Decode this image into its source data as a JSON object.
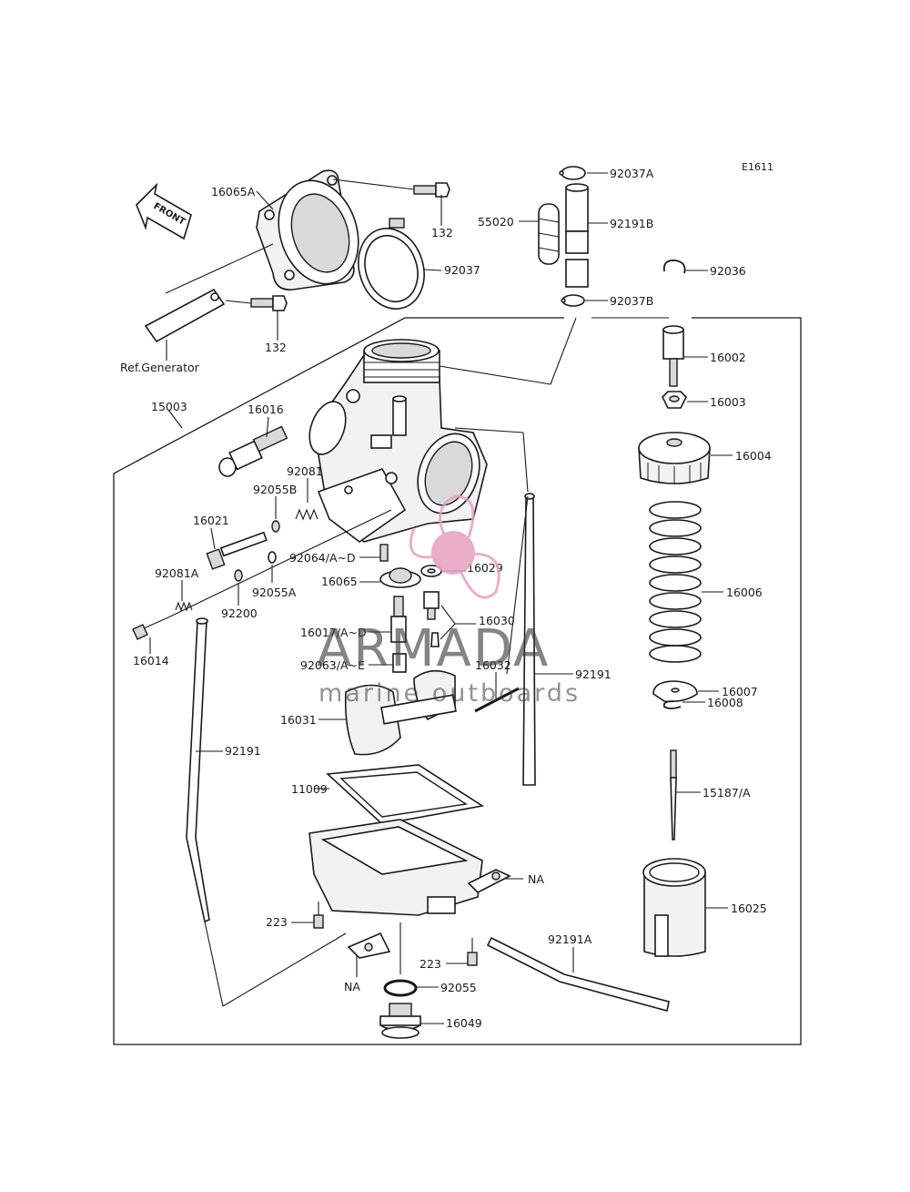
{
  "diagram_code": "E1611",
  "front_label": "FRONT",
  "labels": {
    "p16065A": "16065A",
    "p132a": "132",
    "p132b": "132",
    "p92037": "92037",
    "refGenerator": "Ref.Generator",
    "p15003": "15003",
    "p16016": "16016",
    "p92081": "92081",
    "p92055B": "92055B",
    "p16021": "16021",
    "p92081A": "92081A",
    "p92055A": "92055A",
    "p92200": "92200",
    "p16014": "16014",
    "p92064": "92064/A~D",
    "p16065": "16065",
    "p16029": "16029",
    "p16030": "16030",
    "p16017": "16017/A~D",
    "p92063": "92063/A~E",
    "p16032": "16032",
    "p92191a": "92191",
    "p16031": "16031",
    "p92191b": "92191",
    "p11009": "11009",
    "p223a": "223",
    "pNAa": "NA",
    "pNAb": "NA",
    "p223b": "223",
    "p92191A": "92191A",
    "p92055": "92055",
    "p16049": "16049",
    "p92037A": "92037A",
    "p55020": "55020",
    "p92191B": "92191B",
    "p92037B": "92037B",
    "p92036": "92036",
    "p16002": "16002",
    "p16003": "16003",
    "p16004": "16004",
    "p16006": "16006",
    "p16007": "16007",
    "p16008": "16008",
    "p15187": "15187/A",
    "p16025": "16025"
  },
  "watermark": {
    "brand": "ARMADA",
    "tagline": "marine outboards",
    "logo_color": "#e8a0bf"
  },
  "colors": {
    "line": "#1a1a1a",
    "background": "#ffffff"
  }
}
